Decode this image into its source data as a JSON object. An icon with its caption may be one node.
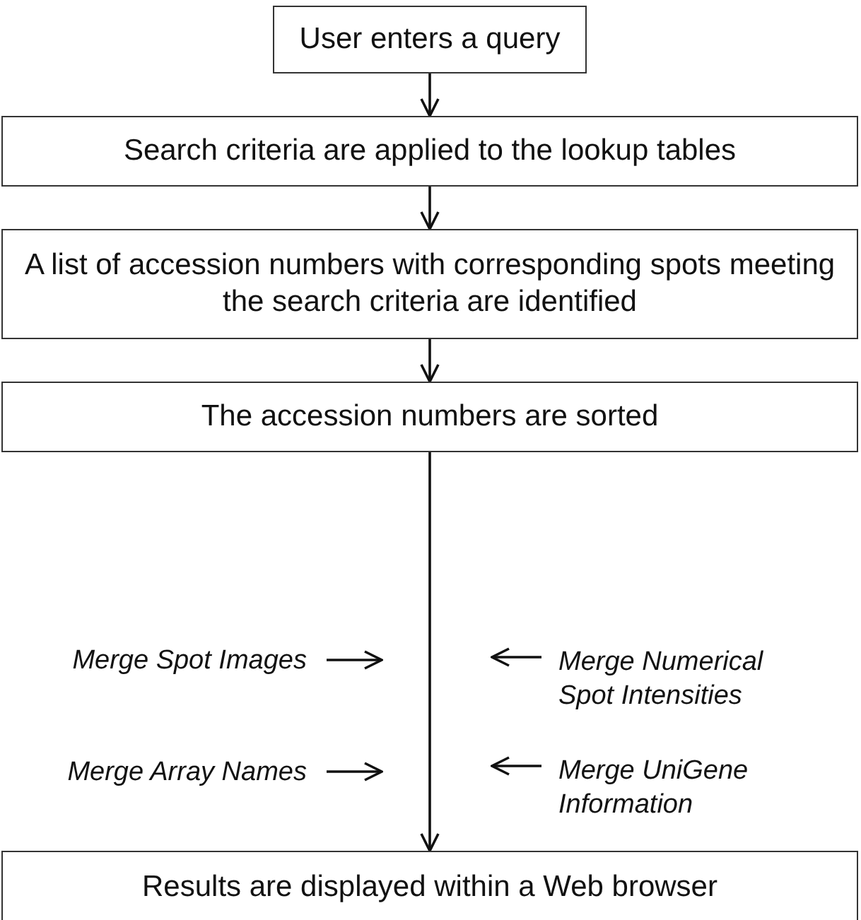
{
  "diagram": {
    "nodes": [
      {
        "text": [
          "User enters a query"
        ]
      },
      {
        "text": [
          "Search criteria are applied to the lookup tables"
        ]
      },
      {
        "text": [
          "A list of accession numbers with corresponding spots meeting the search criteria are identified"
        ]
      },
      {
        "text": [
          "The accession numbers are sorted"
        ]
      },
      {
        "text": [
          "Merge Spot Images"
        ]
      },
      {
        "text": [
          "Merge Numerical Spot Intensities"
        ]
      },
      {
        "text": [
          "Merge Array Names"
        ]
      },
      {
        "text": [
          "Merge UniGene Information"
        ]
      },
      {
        "text": [
          "Results are displayed within a Web browser"
        ]
      }
    ],
    "edges": [
      {
        "from": 0,
        "to": 1,
        "arrow": "to"
      },
      {
        "from": 1,
        "to": 2,
        "arrow": "to"
      },
      {
        "from": 2,
        "to": 3,
        "arrow": "to"
      },
      {
        "from": 3,
        "to": 8,
        "arrow": "to"
      },
      {
        "from": 4,
        "to": null,
        "arrow": "to"
      },
      {
        "from": 5,
        "to": null,
        "arrow": "to"
      },
      {
        "from": 6,
        "to": null,
        "arrow": "to"
      },
      {
        "from": 7,
        "to": null,
        "arrow": "to"
      }
    ]
  }
}
